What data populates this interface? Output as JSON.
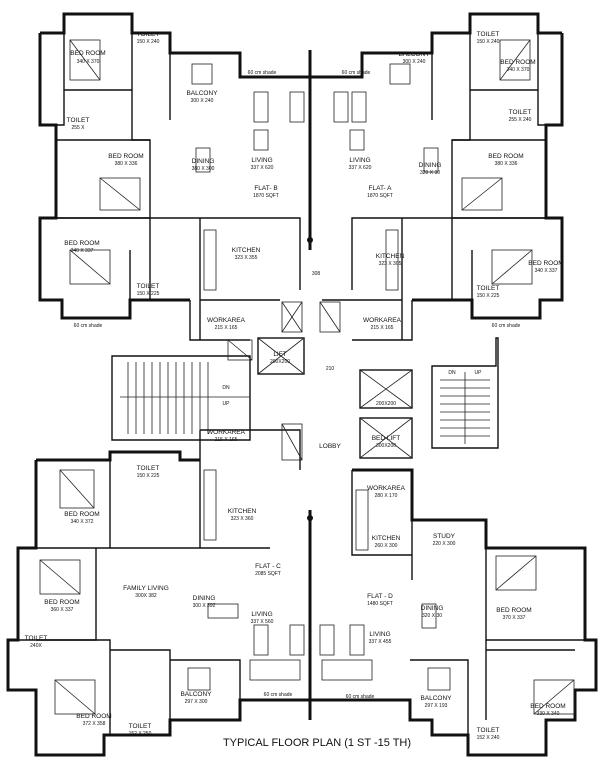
{
  "title": "TYPICAL FLOOR PLAN (1 ST -15 TH)",
  "flats": {
    "b": {
      "name": "FLAT- B",
      "area": "1870 SQFT"
    },
    "a": {
      "name": "FLAT- A",
      "area": "1870 SQFT"
    },
    "c": {
      "name": "FLAT - C",
      "area": "2085 SQFT"
    },
    "d": {
      "name": "FLAT - D",
      "area": "1480 SQFT"
    }
  },
  "rooms": {
    "b_bed1": [
      "BED ROOM",
      "340 X 370"
    ],
    "b_toilet1": [
      "TOILET",
      "150 X 240"
    ],
    "b_balcony": [
      "BALCONY",
      "300 X 240"
    ],
    "b_toilet2": [
      "TOILET",
      "255 X"
    ],
    "b_bed2": [
      "BED ROOM",
      "380 X 336"
    ],
    "b_dining": [
      "DINING",
      "380 X 300"
    ],
    "b_living": [
      "LIVING",
      "337 X 620"
    ],
    "b_bed3": [
      "BED ROOM",
      "340 X 337"
    ],
    "b_toilet3": [
      "TOILET",
      "150 X 225"
    ],
    "b_kitchen": [
      "KITCHEN",
      "323 X 355"
    ],
    "b_work": [
      "WORKAREA",
      "215 X 165"
    ],
    "a_toilet1": [
      "TOILET",
      "150 X 240"
    ],
    "a_bed1": [
      "BED ROOM",
      "340 X 370"
    ],
    "a_balcony": [
      "BALCONY",
      "300 X 240"
    ],
    "a_toilet2": [
      "TOILET",
      "255 X 240"
    ],
    "a_bed2": [
      "BED ROOM",
      "380 X 336"
    ],
    "a_dining": [
      "DINING",
      "320 X 30"
    ],
    "a_living": [
      "LIVING",
      "337 X 620"
    ],
    "a_bed3": [
      "BED ROOM",
      "340 X 337"
    ],
    "a_toilet3": [
      "TOILET",
      "150 X 225"
    ],
    "a_kitchen": [
      "KITCHEN",
      "323 X 305"
    ],
    "a_work": [
      "WORKAREA",
      "215 X 165"
    ],
    "lift1": [
      "LIFT",
      "200X200"
    ],
    "lift2": [
      "",
      "200X200"
    ],
    "lift3": [
      "BED LIFT",
      "300X200"
    ],
    "c_work": [
      "WORKAREA",
      "215 X 165"
    ],
    "c_toilet1": [
      "TOILET",
      "150 X 225"
    ],
    "c_bed1": [
      "BED ROOM",
      "340 X 372"
    ],
    "c_kitchen": [
      "KITCHEN",
      "323 X 360"
    ],
    "c_family": [
      "FAMILY LIVING",
      "300X 382"
    ],
    "c_bed2": [
      "BED ROOM",
      "360 X 337"
    ],
    "c_dining": [
      "DINING",
      "300 X 392"
    ],
    "c_living": [
      "LIVING",
      "337 X 560"
    ],
    "c_toilet2": [
      "TOILET",
      "240X"
    ],
    "c_bed3": [
      "BED ROOM",
      "372 X 358"
    ],
    "c_toilet3": [
      "TOILET",
      "152 X 250"
    ],
    "c_balcony": [
      "BALCONY",
      "297 X 300"
    ],
    "d_work": [
      "WORKAREA",
      "280 X 170"
    ],
    "d_kitchen": [
      "KITCHEN",
      "260 X 300"
    ],
    "d_study": [
      "STUDY",
      "220 X 300"
    ],
    "d_dining": [
      "DINING",
      "320 X 30"
    ],
    "d_living": [
      "LIVING",
      "337 X 455"
    ],
    "d_bed1": [
      "BED ROOM",
      "370 X 337"
    ],
    "d_bed2": [
      "BED ROOM",
      "330 X 340"
    ],
    "d_balcony": [
      "BALCONY",
      "297 X 193"
    ],
    "d_toilet": [
      "TOILET",
      "152 X 240"
    ]
  },
  "notes": {
    "lobby": "LOBBY",
    "shade": "60 cm shade",
    "dn": "DN",
    "up": "UP",
    "dim1": "308",
    "dim2": "210"
  }
}
